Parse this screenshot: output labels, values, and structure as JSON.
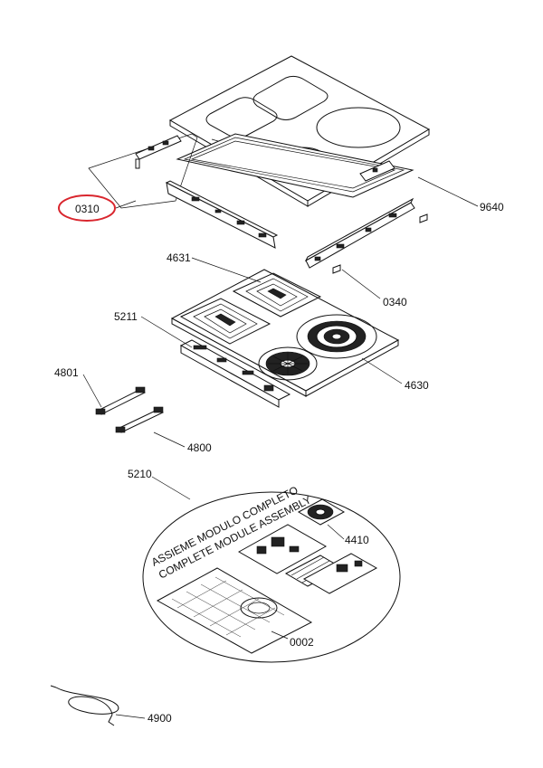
{
  "callouts": {
    "c0310": "0310",
    "c9640": "9640",
    "c4631": "4631",
    "c0340": "0340",
    "c5211": "5211",
    "c4630": "4630",
    "c4801": "4801",
    "c4800": "4800",
    "c5210": "5210",
    "c4410": "4410",
    "c0002": "0002",
    "c4900": "4900"
  },
  "assembly": {
    "line1": "ASSIEME MODULO COMPLETO",
    "line2": "COMPLETE MODULE ASSEMBLY"
  },
  "highlight": {
    "target": "0310",
    "color": "#d9262e"
  }
}
